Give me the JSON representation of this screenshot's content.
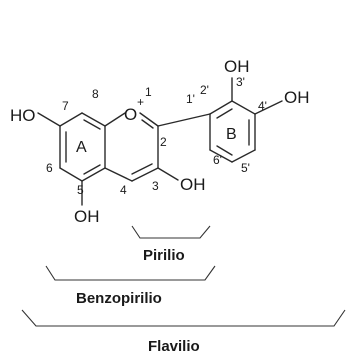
{
  "molecule": {
    "ring_labels": {
      "a": "A",
      "b": "B"
    },
    "hydroxyl": "OH",
    "ho_left": "HO",
    "oxygen": "O",
    "charge": "+",
    "positions": {
      "p1": "1",
      "p2": "2",
      "p3": "3",
      "p4": "4",
      "p5": "5",
      "p6": "6",
      "p7": "7",
      "p8": "8",
      "p1p": "1'",
      "p2p": "2'",
      "p3p": "3'",
      "p4p": "4'",
      "p5p": "5'",
      "p6p": "6'"
    }
  },
  "brackets": {
    "pirilio": "Pirilio",
    "benzopirilio": "Benzopirilio",
    "flavilio": "Flavilio"
  }
}
